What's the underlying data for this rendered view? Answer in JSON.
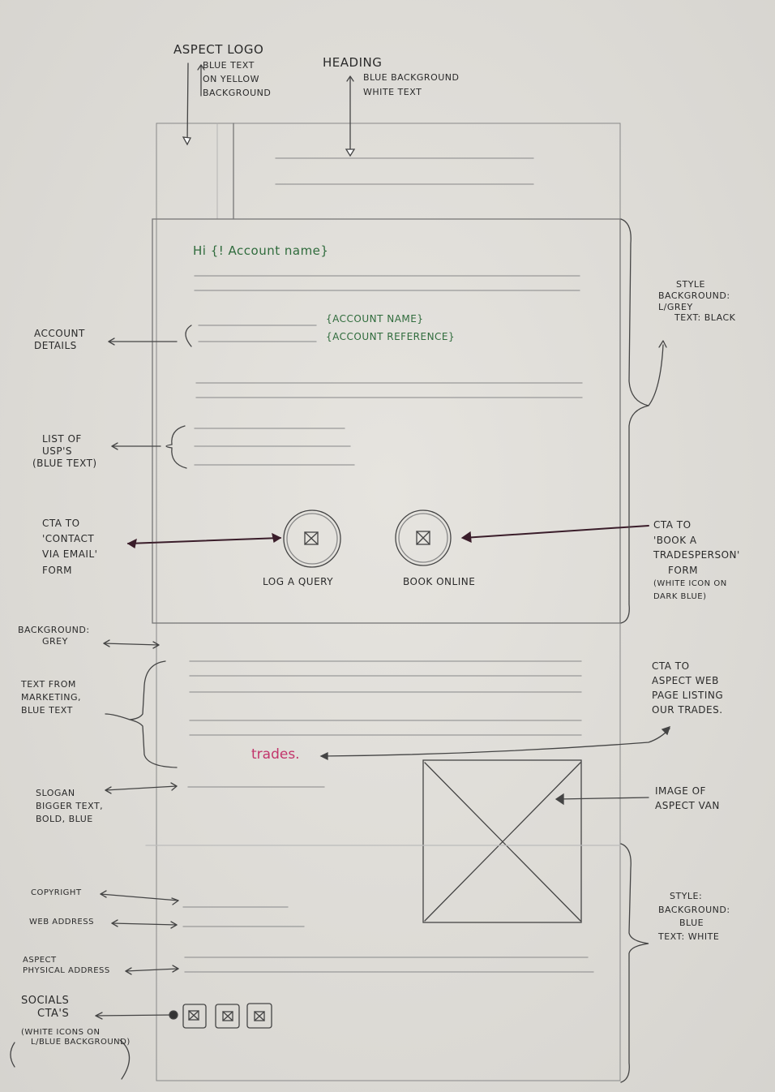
{
  "header": {
    "logo_note": [
      "Aspect Logo",
      "Blue text",
      "on yellow",
      "background"
    ],
    "heading_note": [
      "Heading",
      "Blue background",
      "White text"
    ]
  },
  "body_section": {
    "greeting": "Hi {! Account name}",
    "account_fields": [
      "{Account name}",
      "{Account reference}"
    ],
    "ctas": [
      {
        "label": "Log a query"
      },
      {
        "label": "Book online"
      }
    ],
    "style_note": [
      "Style",
      "Background:",
      "L/Grey",
      "Text: Black"
    ]
  },
  "marketing": {
    "trades_link": "trades."
  },
  "notes": {
    "account_details": [
      "Account",
      "Details"
    ],
    "usps": [
      "List of",
      "USP's",
      "(Blue text)"
    ],
    "cta_contact": [
      "CTA to",
      "'Contact",
      "via email'",
      "form"
    ],
    "cta_book": [
      "CTA to",
      "'Book a",
      "tradesperson'",
      "form",
      "(White icon on",
      "dark blue)"
    ],
    "background_grey": [
      "Background:",
      "Grey"
    ],
    "marketing_text": [
      "Text from",
      "marketing,",
      "blue text"
    ],
    "cta_trades": [
      "CTA to",
      "Aspect web",
      "page listing",
      "our trades."
    ],
    "slogan": [
      "Slogan",
      "bigger text,",
      "bold, blue"
    ],
    "van_image": [
      "Image of",
      "Aspect van"
    ],
    "copyright": "Copyright",
    "web_address": "Web address",
    "physical_address": [
      "Aspect",
      "physical address"
    ],
    "socials": [
      "Socials",
      "CTA's",
      "(White icons on",
      "L/blue background)"
    ],
    "footer_style": [
      "Style:",
      "Background:",
      "Blue",
      "Text: White"
    ]
  },
  "colors": {
    "ink": "#2a2a2a",
    "green_ink": "#2f6b3c",
    "pink_ink": "#c2356b",
    "dark_ink_arrow": "#3a1d2a"
  }
}
